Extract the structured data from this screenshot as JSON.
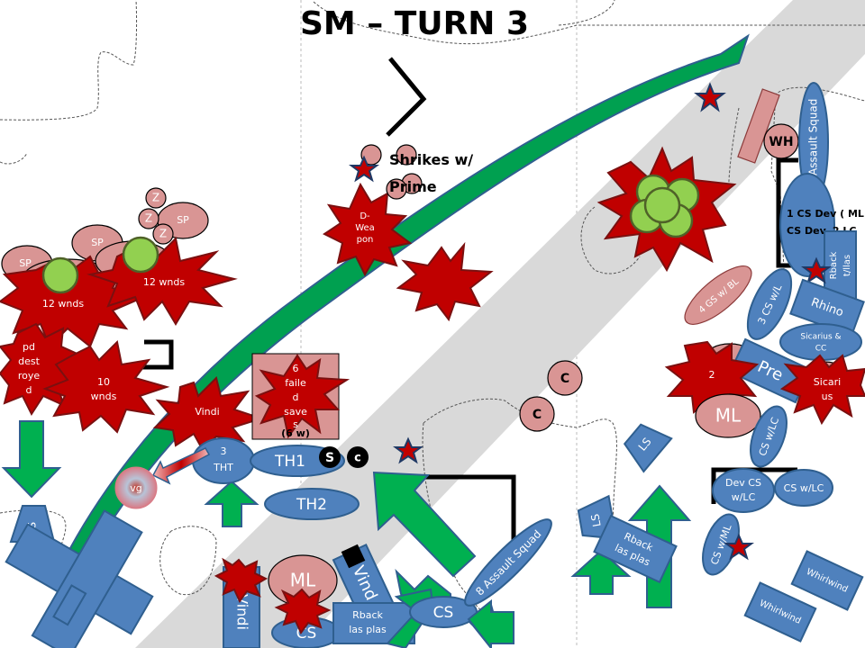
{
  "title": "SM – TURN 3",
  "colors": {
    "friendly_unit": "#4f81bd",
    "enemy_unit": "#d99594",
    "explosion": "#c00000",
    "blast_marker": "#92d050",
    "movement_arrow": "#00b050",
    "road": "#d9d9d9"
  },
  "annotations": {
    "shrikes": [
      "Shrikes w/",
      "Prime"
    ],
    "d_weapon": [
      "D-",
      "Wea",
      "pon"
    ],
    "wounds_left": "12 wnds",
    "wounds_mid": "12 wnds",
    "wounds_ten": [
      "10",
      "wnds"
    ],
    "pod_destroyed": [
      "pd",
      "dest",
      "roye",
      "d"
    ],
    "vindi_burst": "Vindi",
    "failed_save": [
      "6",
      "faile",
      "d",
      "save",
      "s"
    ],
    "six_w": "(6 w)",
    "burst_two": "2",
    "sicarius_burst": [
      "Sicari",
      "us"
    ]
  },
  "enemy_units": {
    "sp_1": "SP",
    "sp_2": "SP",
    "sp_3": "SP",
    "z_1": "Z",
    "z_2": "Z",
    "z_3": "Z",
    "c_1": "C",
    "c_2": "C",
    "wh": "WH",
    "gs": "4 GS w/ BL",
    "ml_right": "ML",
    "ml_bottom": "ML",
    "s_marker": "S",
    "c_marker": "c"
  },
  "friendly_units": {
    "tht": [
      "3",
      "THT"
    ],
    "th1": "TH1",
    "th2": "TH2",
    "vg": "vg",
    "ls_left": "LS",
    "ls_mid": "LS",
    "ls_top": "LS",
    "vindi_left": "Vindi",
    "vindi_mid": "Vind",
    "cs_bottom": "CS",
    "cs_mid": "CS",
    "rback_bottom": [
      "Rback",
      "las plas"
    ],
    "assault_8": "8 Assault Squad",
    "rback_right": [
      "Rback",
      "las plas"
    ],
    "assault_5": "5 Assault Squad",
    "cs_dev": [
      "1 CS Dev ( ML",
      "CS Dev, 2 LC"
    ],
    "rback_tlas": [
      "Rback",
      "t/llas"
    ],
    "cs_3": "3 CS w/L",
    "rhino": "Rhino",
    "sicarius_cc": [
      "Sicarius &",
      "CC"
    ],
    "pred": "Pre",
    "cs_lc_1": "CS w/LC",
    "dev_cs": [
      "Dev CS",
      "w/LC"
    ],
    "cs_lc_2": "CS w/LC",
    "cs_ml": "CS w/ML",
    "whirlwind_1": "Whirlwind",
    "whirlwind_2": "Whirlwind"
  }
}
